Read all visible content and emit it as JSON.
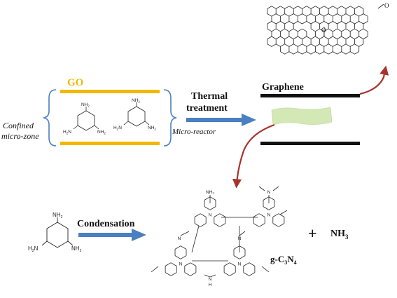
{
  "labels": {
    "go": "GO",
    "confined_line1": "Confined",
    "confined_line2": "micro-zone",
    "micro_reactor": "Micro-reactor",
    "thermal_line1": "Thermal",
    "thermal_line2": "treatment",
    "graphene": "Graphene",
    "condensation": "Condensation",
    "plus": "+",
    "nh3_main": "NH",
    "nh3_sub": "3",
    "gcn_prefix": "g-C",
    "gcn_sub1": "3",
    "gcn_mid": "N",
    "gcn_sub2": "4"
  },
  "atoms": {
    "nh2": "NH",
    "nh2_sub": "2",
    "h2n": "H",
    "h2n_sub": "2",
    "h2n_tail": "N",
    "n": "N",
    "h": "H",
    "o": "O"
  },
  "colors": {
    "go_sheet": "#f2b800",
    "bracket": "#4a7fc1",
    "arrow_blue": "#4a7fc1",
    "arrow_red": "#a8332e",
    "graphene_sheet": "#111111",
    "green_sheet": "#d4e8b6"
  }
}
